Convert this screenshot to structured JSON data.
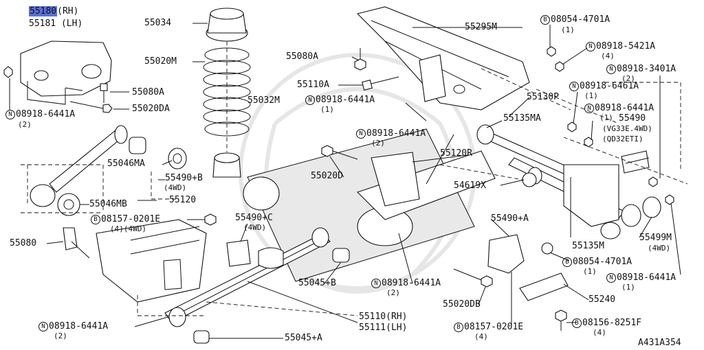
{
  "diagram_id": "A431A354",
  "highlight_color": "#5a6fd6",
  "callouts": {
    "c55180": {
      "text": "55180",
      "suffix": "(RH)"
    },
    "c55181": {
      "text": "55181 (LH)"
    },
    "c55034": {
      "text": "55034"
    },
    "c55020m": {
      "text": "55020M"
    },
    "c55080a_top": {
      "text": "55080A"
    },
    "c55295m": {
      "text": "55295M"
    },
    "c08054_top": {
      "prefix": "B",
      "text": "08054-4701A",
      "sub": "(1)"
    },
    "c08918_5421a": {
      "prefix": "N",
      "text": "08918-5421A",
      "sub": "(4)"
    },
    "c08918_3401a": {
      "prefix": "N",
      "text": "08918-3401A",
      "sub": "(2)"
    },
    "c55080a_left": {
      "text": "55080A"
    },
    "c55110a": {
      "text": "55110A"
    },
    "c08918_6461a": {
      "prefix": "N",
      "text": "08918-6461A",
      "sub": "(1)"
    },
    "c55020da": {
      "text": "55020DA"
    },
    "c55032m": {
      "text": "55032M"
    },
    "c08918_6441a_c1": {
      "prefix": "N",
      "text": "08918-6441A",
      "sub": "(1)"
    },
    "c55130p": {
      "text": "55130P"
    },
    "c08918_6441a_r1": {
      "prefix": "N",
      "text": "08918-6441A",
      "sub": "(1)"
    },
    "c08918_6441a_l2": {
      "prefix": "N",
      "text": "08918-6441A",
      "sub": "(2)"
    },
    "c55135ma": {
      "text": "55135MA"
    },
    "c55490_vg": {
      "text": "55490",
      "sub1": "(VG33E.4WD)",
      "sub2": "(QD32ETI)"
    },
    "c08918_6441a_m2": {
      "prefix": "N",
      "text": "08918-6441A",
      "sub": "(2)"
    },
    "c55046ma": {
      "text": "55046MA"
    },
    "c55120r": {
      "text": "55120R"
    },
    "c55490b": {
      "text": "55490+B",
      "sub": "(4WD)"
    },
    "c55020d": {
      "text": "55020D"
    },
    "c54619x": {
      "text": "54619X"
    },
    "c55120": {
      "text": "55120"
    },
    "c55046mb": {
      "text": "55046MB"
    },
    "c08157_left": {
      "prefix": "B",
      "text": "08157-0201E",
      "sub": "(4)(4WD)"
    },
    "c55490c": {
      "text": "55490+C",
      "sub": "(4WD)"
    },
    "c55490a": {
      "text": "55490+A"
    },
    "c55499m": {
      "text": "55499M",
      "sub": "(4WD)"
    },
    "c55080": {
      "text": "55080"
    },
    "c55135m": {
      "text": "55135M"
    },
    "c08054_bottom": {
      "prefix": "B",
      "text": "08054-4701A",
      "sub": "(1)"
    },
    "c55045b": {
      "text": "55045+B"
    },
    "c08918_6441a_bc": {
      "prefix": "N",
      "text": "08918-6441A",
      "sub": "(2)"
    },
    "c55020db": {
      "text": "55020DB"
    },
    "c08918_6441a_br": {
      "prefix": "N",
      "text": "08918-6441A",
      "sub": "(1)"
    },
    "c55240": {
      "text": "55240"
    },
    "c08918_6441a_bl": {
      "prefix": "N",
      "text": "08918-6441A",
      "sub": "(2)"
    },
    "c55110rh": {
      "text": "55110(RH)"
    },
    "c55111lh": {
      "text": "55111(LH)"
    },
    "c08157_bottom": {
      "prefix": "B",
      "text": "08157-0201E",
      "sub": "(4)"
    },
    "c08156": {
      "prefix": "B",
      "text": "08156-8251F",
      "sub": "(4)"
    },
    "c55045a": {
      "text": "55045+A"
    }
  }
}
